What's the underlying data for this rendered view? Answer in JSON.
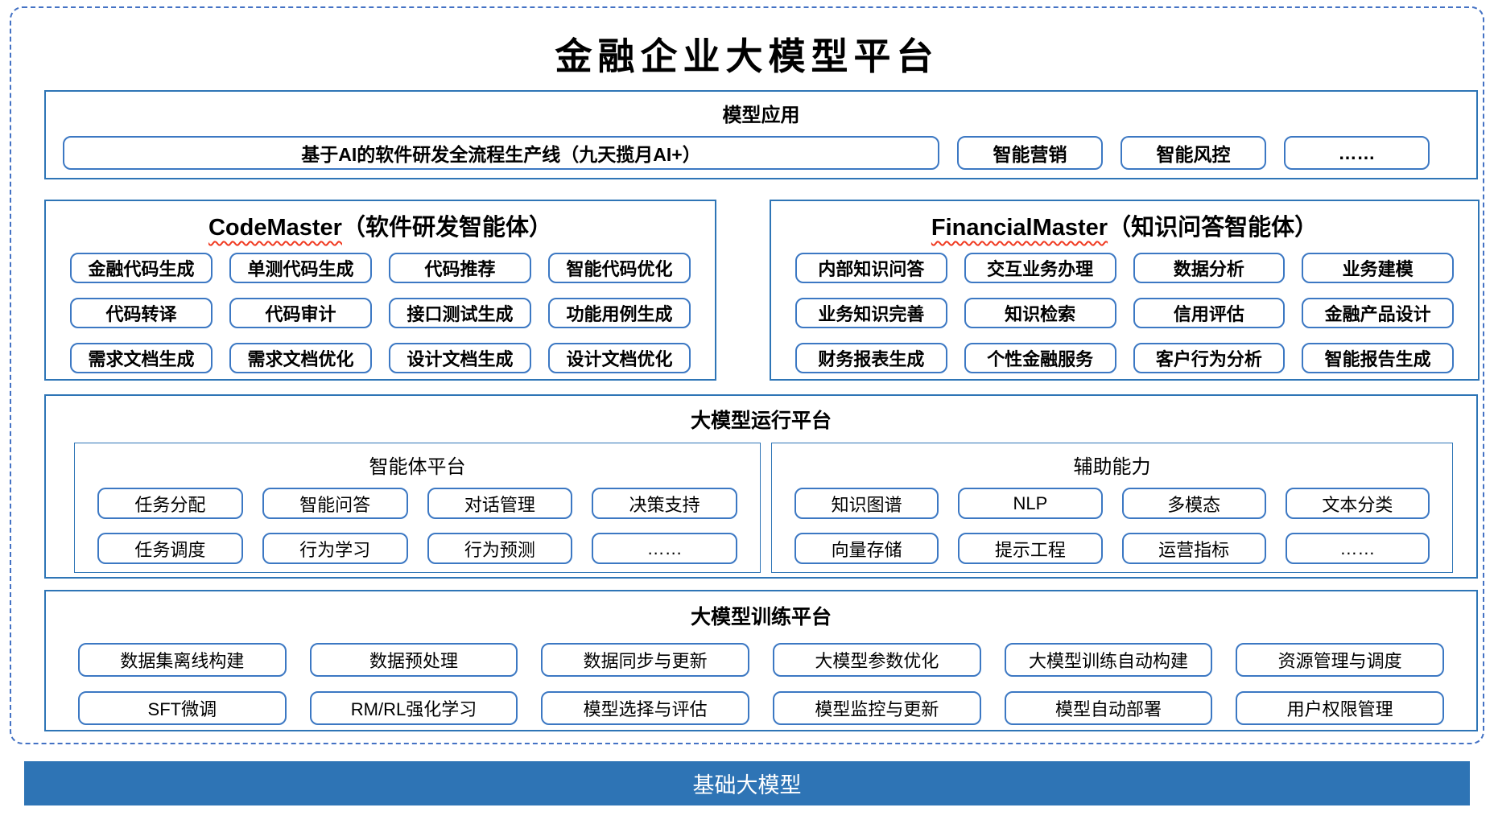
{
  "title": "金融企业大模型平台",
  "model_app": {
    "header": "模型应用",
    "pipeline": "基于AI的软件研发全流程生产线（九天揽月AI+）",
    "items": [
      "智能营销",
      "智能风控",
      "……"
    ]
  },
  "code_master": {
    "name": "CodeMaster",
    "suffix": "（软件研发智能体）",
    "items": [
      "金融代码生成",
      "单测代码生成",
      "代码推荐",
      "智能代码优化",
      "代码转译",
      "代码审计",
      "接口测试生成",
      "功能用例生成",
      "需求文档生成",
      "需求文档优化",
      "设计文档生成",
      "设计文档优化"
    ]
  },
  "financial_master": {
    "name": "FinancialMaster",
    "suffix": "（知识问答智能体）",
    "items": [
      "内部知识问答",
      "交互业务办理",
      "数据分析",
      "业务建模",
      "业务知识完善",
      "知识检索",
      "信用评估",
      "金融产品设计",
      "财务报表生成",
      "个性金融服务",
      "客户行为分析",
      "智能报告生成"
    ]
  },
  "runtime_platform": {
    "header": "大模型运行平台",
    "agent": {
      "header": "智能体平台",
      "items": [
        "任务分配",
        "智能问答",
        "对话管理",
        "决策支持",
        "任务调度",
        "行为学习",
        "行为预测",
        "……"
      ]
    },
    "aux": {
      "header": "辅助能力",
      "items": [
        "知识图谱",
        "NLP",
        "多模态",
        "文本分类",
        "向量存储",
        "提示工程",
        "运营指标",
        "……"
      ]
    }
  },
  "training_platform": {
    "header": "大模型训练平台",
    "items": [
      "数据集离线构建",
      "数据预处理",
      "数据同步与更新",
      "大模型参数优化",
      "大模型训练自动构建",
      "资源管理与调度",
      "SFT微调",
      "RM/RL强化学习",
      "模型选择与评估",
      "模型监控与更新",
      "模型自动部署",
      "用户权限管理"
    ]
  },
  "foundation_bar": "基础大模型",
  "colors": {
    "section_border": "#2E75B6",
    "chip_border": "#3C78C3",
    "dashed_frame": "#4472C4",
    "foundation_bar_bg": "#2E74B5",
    "foundation_bar_text": "#FFFFFF",
    "wavy_underline": "#F03A21",
    "text": "#000000"
  }
}
